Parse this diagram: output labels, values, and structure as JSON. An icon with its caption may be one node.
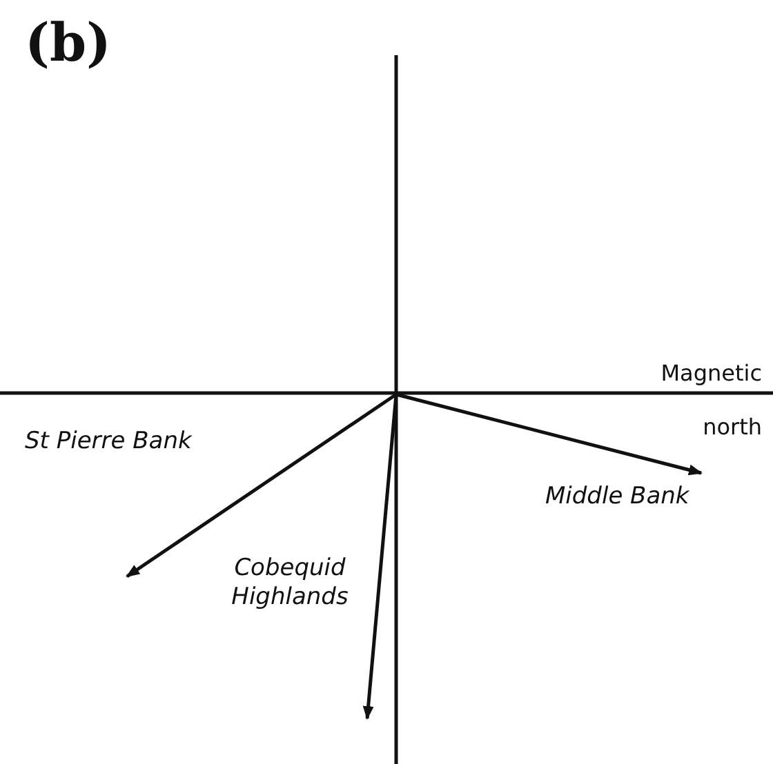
{
  "diagram": {
    "labels": [
      "(b)",
      "Magnetic north",
      "St Pierre Bank",
      "Middle Bank",
      "Cobequid Highlands"
    ]
  }
}
